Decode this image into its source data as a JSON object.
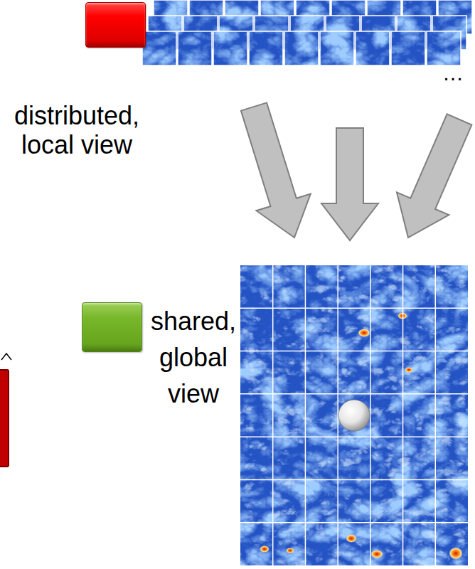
{
  "diagram": {
    "nodes": [
      {
        "text": [
          "distributed, local view"
        ]
      },
      {
        "text": [
          "shared, global view"
        ]
      }
    ],
    "labels": [
      "…"
    ]
  }
}
